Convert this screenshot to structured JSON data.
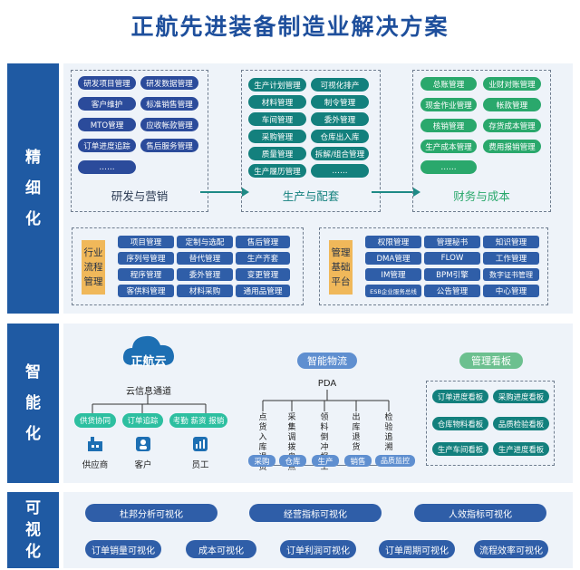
{
  "title": "正航先进装备制造业解决方案",
  "side": {
    "s1": [
      "精",
      "细",
      "化"
    ],
    "s2": [
      "智",
      "能",
      "化"
    ],
    "s3": [
      "可",
      "视",
      "化"
    ]
  },
  "rd": {
    "items": [
      "研发项目管理",
      "研发数据管理",
      "客户维护",
      "标准销售管理",
      "MTO管理",
      "应收帐款管理",
      "订单进度追踪",
      "售后服务管理",
      "……"
    ],
    "label": "研发与营销"
  },
  "prod": {
    "items": [
      "生产计划管理",
      "可视化排产",
      "材料管理",
      "制令管理",
      "车间管理",
      "委外管理",
      "采购管理",
      "仓库出入库",
      "质量管理",
      "拆解/组合管理",
      "生产履历管理",
      "……"
    ],
    "label": "生产与配套"
  },
  "fin": {
    "items": [
      "总账管理",
      "业财对账管理",
      "现金作业管理",
      "帐款管理",
      "核销管理",
      "存货成本管理",
      "生产成本管理",
      "费用报销管理",
      "……"
    ],
    "label": "财务与成本"
  },
  "industry": {
    "label_lines": [
      "行业",
      "流程",
      "管理"
    ],
    "items": [
      "项目管理",
      "定制与选配",
      "售后管理",
      "序列号管理",
      "替代管理",
      "生产齐套",
      "程序管理",
      "委外管理",
      "变更管理",
      "客供料管理",
      "材料采购",
      "通用品管理"
    ]
  },
  "platform": {
    "label_lines": [
      "管理",
      "基础",
      "平台"
    ],
    "items": [
      "权限管理",
      "管理秘书",
      "知识管理",
      "DMA管理",
      "FLOW",
      "工作管理",
      "IM管理",
      "BPM引擎",
      "数字证书管理",
      "ESB企业服务总线",
      "公告管理",
      "中心管理"
    ]
  },
  "cloud": {
    "name": "正航云",
    "channel": "云信息通道",
    "pills": [
      "供货协同",
      "订单追踪",
      "考勤 薪资 报销"
    ],
    "roles": [
      "供应商",
      "客户",
      "员工"
    ]
  },
  "logistics": {
    "title": "智能物流",
    "pda": "PDA",
    "cols": [
      [
        "点货",
        "入库",
        "退货"
      ],
      [
        "采集",
        "调拨",
        "盘点"
      ],
      [
        "领料",
        "倒冲",
        "报工"
      ],
      [
        "出库",
        "退货"
      ],
      [
        "检验",
        "追溯"
      ]
    ],
    "pills": [
      "采购",
      "仓库",
      "生产",
      "销售",
      "品质监控"
    ]
  },
  "kanban": {
    "title": "管理看板",
    "items": [
      "订单进度看板",
      "采购进度看板",
      "仓库物料看板",
      "品质检验看板",
      "生产车间看板",
      "生产进度看板"
    ]
  },
  "visual": {
    "row1": [
      "杜邦分析可视化",
      "经营指标可视化",
      "人效指标可视化"
    ],
    "row2": [
      "订单销量可视化",
      "成本可视化",
      "订单利润可视化",
      "订单周期可视化",
      "流程效率可视化"
    ]
  },
  "colors": {
    "navy": "#2b4b9b",
    "teal": "#13807d",
    "green": "#2aa86c",
    "side": "#1f5aa3",
    "accent": "#f0b85a"
  },
  "icons": {
    "cloud": "cloud-icon",
    "arrow": "arrow-right-icon",
    "supplier": "factory-icon",
    "customer": "user-icon",
    "employee": "chart-icon"
  }
}
